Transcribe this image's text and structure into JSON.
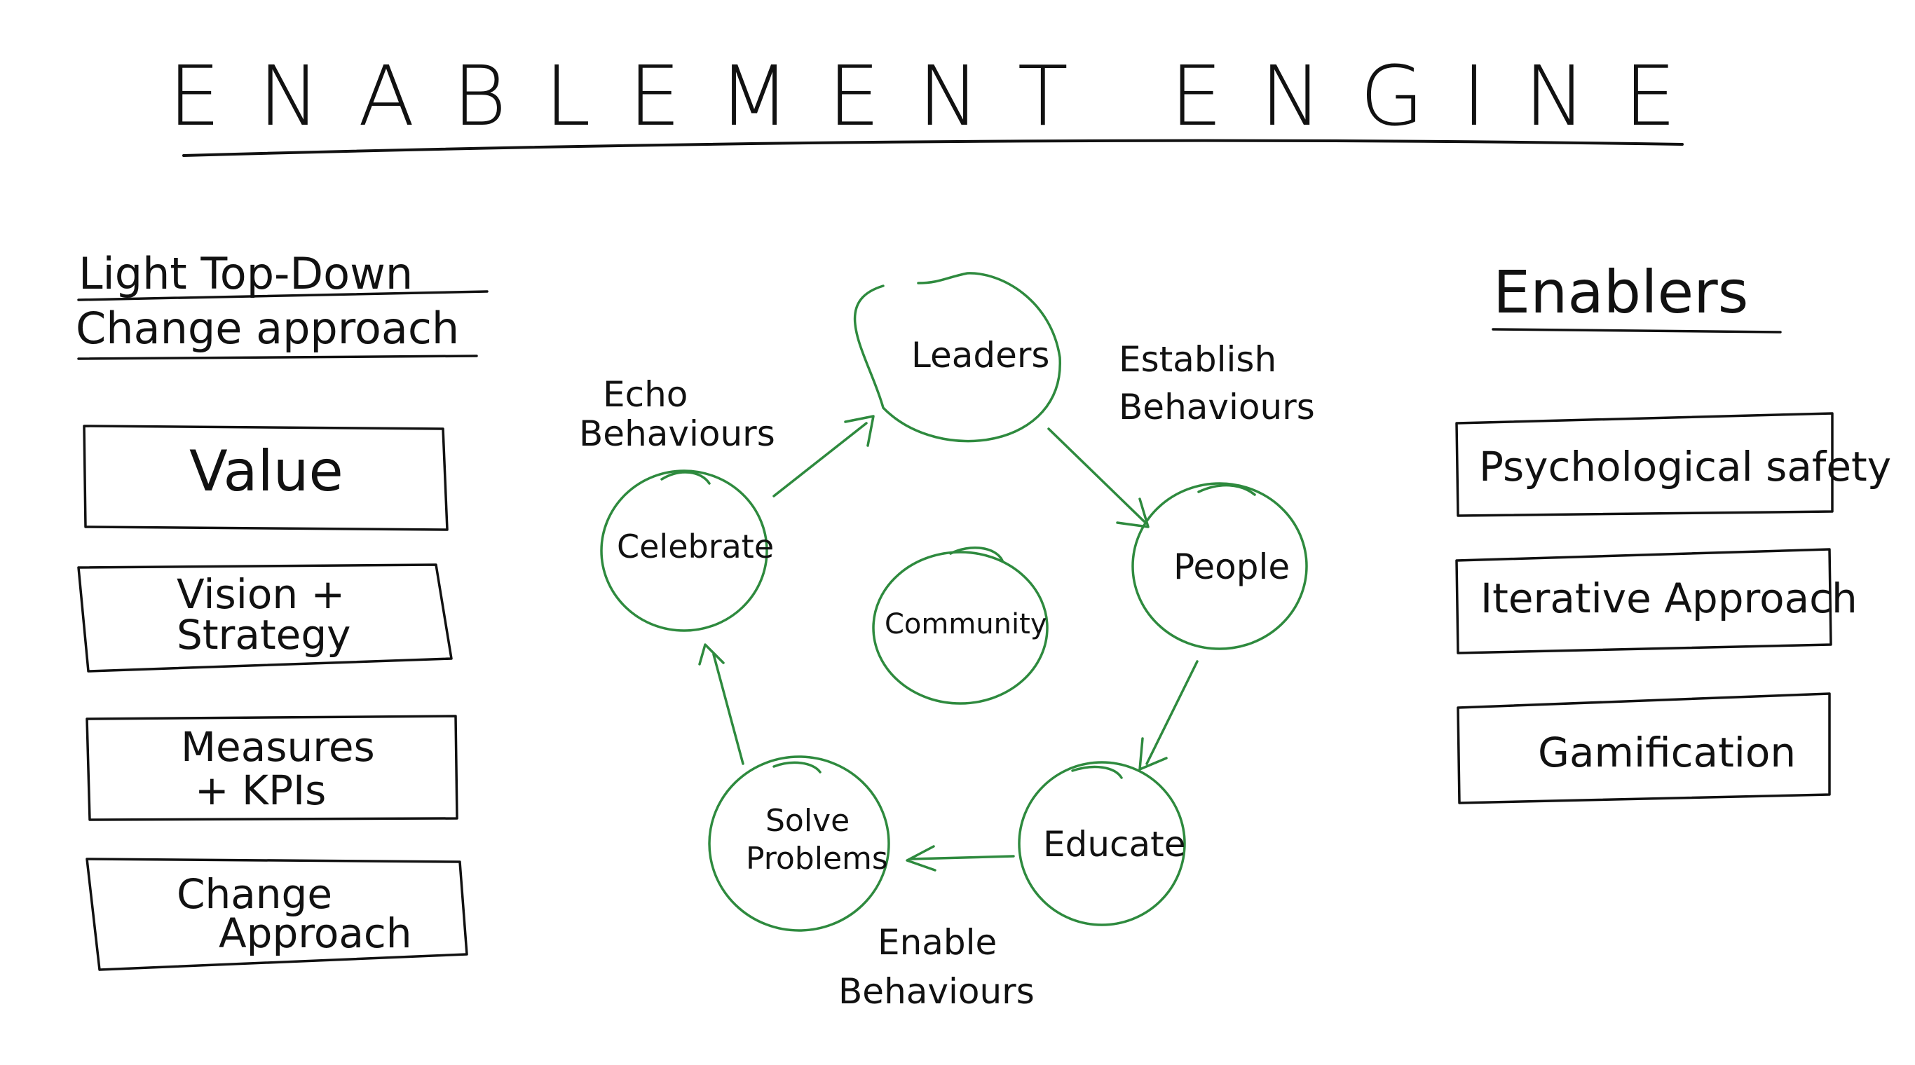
{
  "title": "ENABLEMENT ENGINE",
  "left_panel": {
    "heading_line1": "Light Top-Down",
    "heading_line2": "Change approach",
    "boxes": [
      {
        "lines": [
          "Value"
        ]
      },
      {
        "lines": [
          "Vision +",
          "Strategy"
        ]
      },
      {
        "lines": [
          "Measures",
          "+ KPIs"
        ]
      },
      {
        "lines": [
          "Change",
          "Approach"
        ]
      }
    ]
  },
  "right_panel": {
    "heading": "Enablers",
    "boxes": [
      {
        "label": "Psychological safety"
      },
      {
        "label": "Iterative Approach"
      },
      {
        "label": "Gamification"
      }
    ]
  },
  "cycle": {
    "nodes": {
      "leaders": "Leaders",
      "people": "People",
      "educate": "Educate",
      "solve_line1": "Solve",
      "solve_line2": "Problems",
      "celebrate": "Celebrate",
      "community": "Community"
    },
    "labels": {
      "establish_line1": "Establish",
      "establish_line2": "Behaviours",
      "enable_line1": "Enable",
      "enable_line2": "Behaviours",
      "echo_line1": "Echo",
      "echo_line2": "Behaviours"
    }
  },
  "colors": {
    "ink": "#111111",
    "cycle": "#2e8a3e",
    "background": "#ffffff"
  }
}
